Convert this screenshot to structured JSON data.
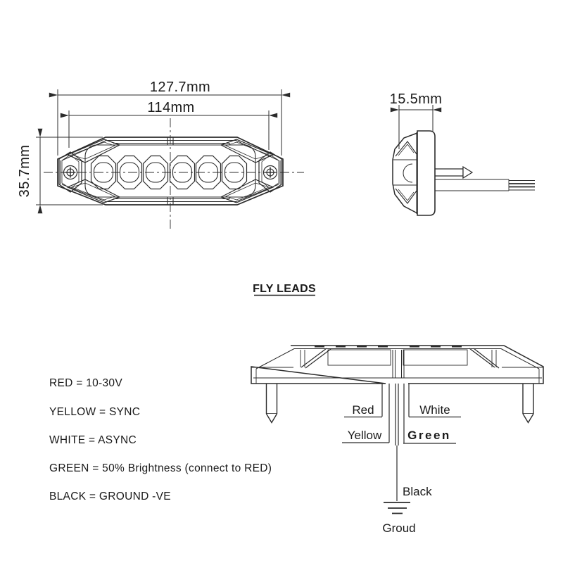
{
  "page": {
    "background": "#ffffff",
    "line_color": "#2b2b2b",
    "text_color": "#1a1a1a"
  },
  "front_view": {
    "outer_width_label": "127.7mm",
    "lens_width_label": "114mm",
    "height_label": "35.7mm",
    "led_count": 6
  },
  "side_view": {
    "depth_label": "15.5mm"
  },
  "fly_leads": {
    "title": "FLY LEADS",
    "legend": [
      "RED = 10-30V",
      "YELLOW = SYNC",
      "WHITE = ASYNC",
      "GREEN = 50% Brightness (connect to RED)",
      "BLACK = GROUND -VE"
    ],
    "wire_labels": {
      "red": "Red",
      "white": "White",
      "yellow": "Yellow",
      "green": "Green",
      "black": "Black",
      "ground": "Groud"
    }
  }
}
